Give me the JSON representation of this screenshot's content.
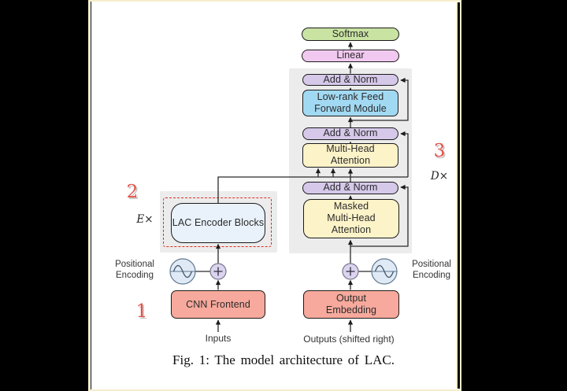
{
  "figure": {
    "caption": "Fig. 1: The model architecture of LAC.",
    "markers": {
      "one": "1",
      "two": "2",
      "three": "3"
    },
    "multipliers": {
      "encoder": "E",
      "decoder": "D",
      "times": "×"
    },
    "io_labels": {
      "inputs": "Inputs",
      "outputs": "Outputs (shifted right)"
    },
    "positional_left": {
      "line1": "Positional",
      "line2": "Encoding"
    },
    "positional_right": {
      "line1": "Positional",
      "line2": "Encoding"
    },
    "boxes": {
      "softmax": "Softmax",
      "linear": "Linear",
      "add_norm_ffn": "Add & Norm",
      "ffn_line1": "Low-rank Feed",
      "ffn_line2": "Forward Module",
      "add_norm_cross": "Add & Norm",
      "mha_line1": "Multi-Head",
      "mha_line2": "Attention",
      "add_norm_masked": "Add & Norm",
      "masked_line1": "Masked",
      "masked_line2": "Multi-Head",
      "masked_line3": "Attention",
      "lac_encoder": "LAC Encoder Blocks",
      "cnn_frontend": "CNN Frontend",
      "output_emb_line1": "Output",
      "output_emb_line2": "Embedding"
    },
    "icons": {
      "sine_left": "sine-wave-icon",
      "sum_left": "plus-sum-icon",
      "sum_right": "plus-sum-icon",
      "sine_right": "sine-wave-icon"
    },
    "colors": {
      "softmax": "#c9e3a3",
      "linear": "#f1c8ef",
      "add_norm": "#d5c8e9",
      "ffn": "#a2d9f2",
      "attention": "#fdf3c8",
      "embedding": "#f6a99c",
      "lac_encoder": "#e9f1fa",
      "panel": "#ececec",
      "plus_circle": "#dcd3ee",
      "sine_circle": "#dfeaf6",
      "dashed_border": "#e02b1f",
      "marker_red": "#e4534a",
      "wire": "#2a2a2a",
      "page_border": "#f6eecb"
    }
  }
}
